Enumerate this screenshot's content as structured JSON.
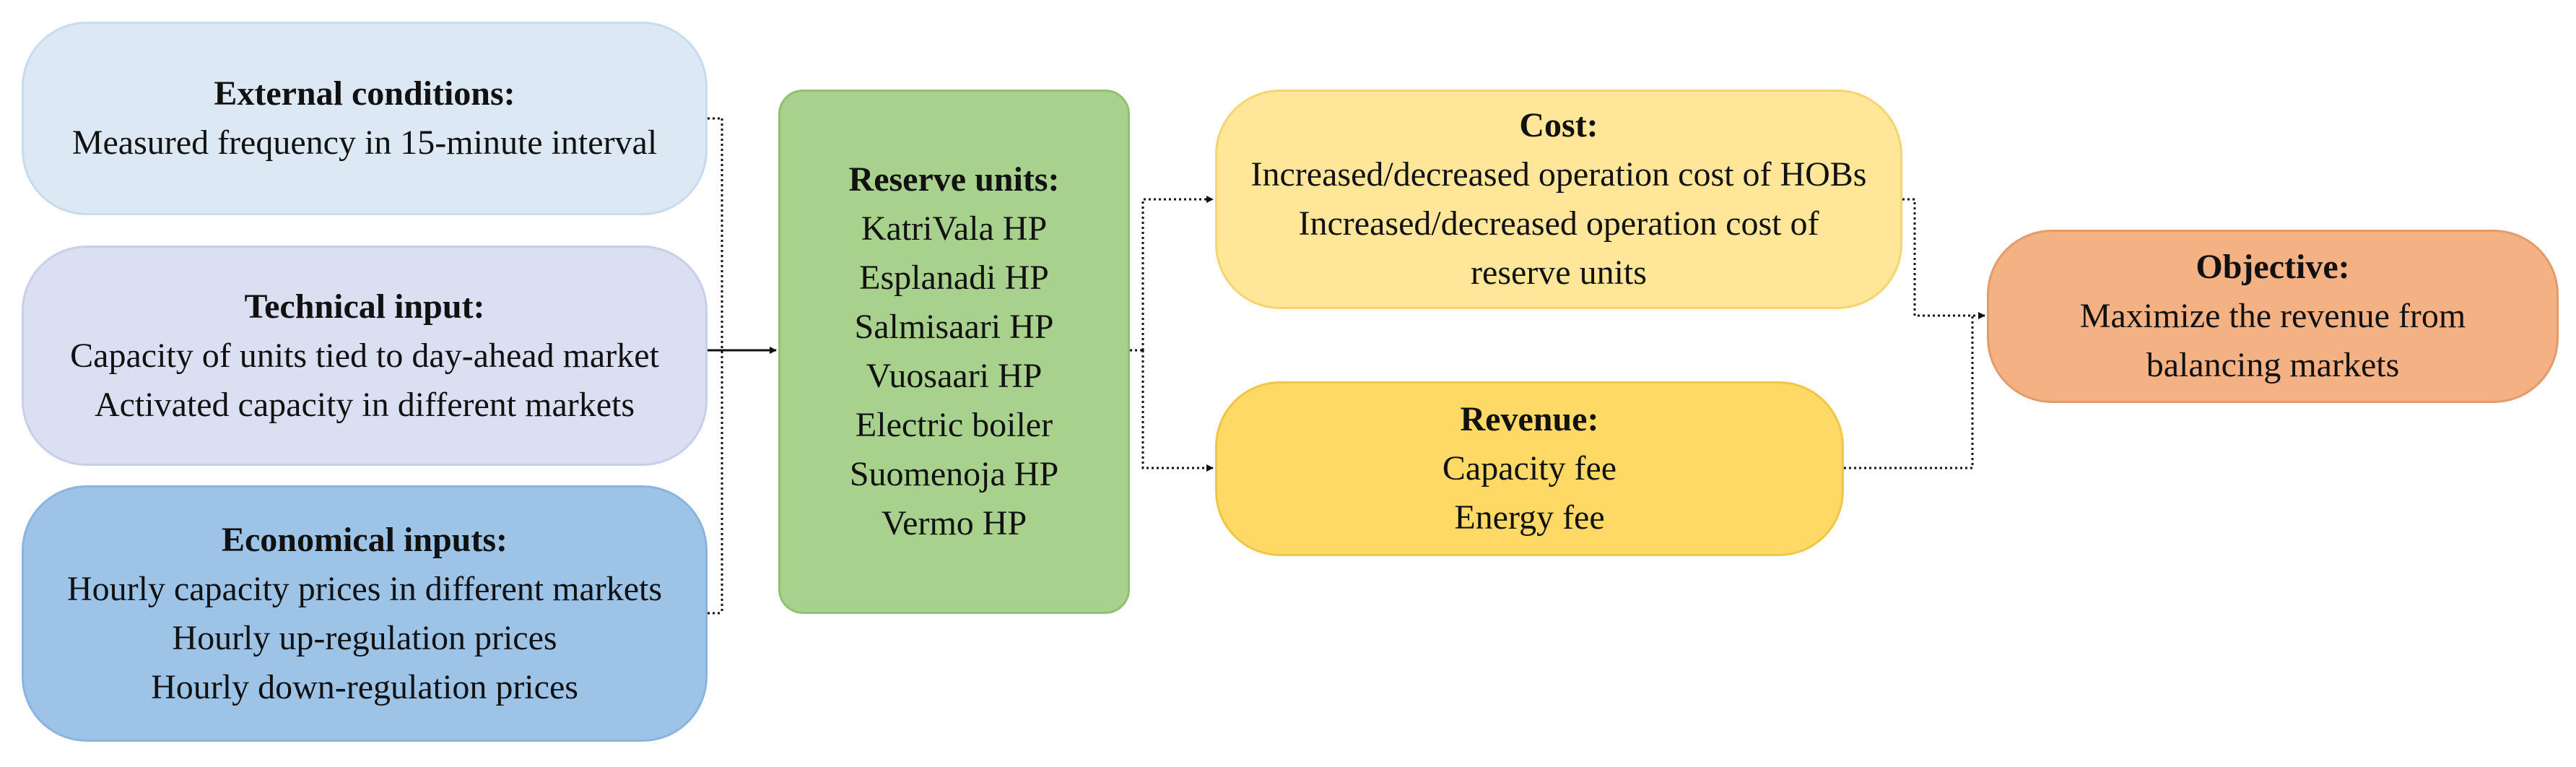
{
  "external": {
    "title": "External conditions:",
    "lines": [
      "Measured frequency in 15-minute interval"
    ]
  },
  "technical": {
    "title": "Technical input:",
    "lines": [
      "Capacity of units tied to day-ahead market",
      "Activated capacity in different markets"
    ]
  },
  "economical": {
    "title": "Economical inputs:",
    "lines": [
      "Hourly capacity prices in different markets",
      "Hourly up-regulation prices",
      "Hourly down-regulation prices"
    ]
  },
  "reserve": {
    "title": "Reserve units:",
    "lines": [
      "KatriVala HP",
      "Esplanadi HP",
      "Salmisaari HP",
      "Vuosaari HP",
      "Electric boiler",
      "Suomenoja HP",
      "Vermo HP"
    ]
  },
  "cost": {
    "title": "Cost:",
    "lines": [
      "Increased/decreased operation cost of HOBs",
      "Increased/decreased operation cost of",
      "reserve units"
    ]
  },
  "revenue": {
    "title": "Revenue:",
    "lines": [
      "Capacity fee",
      "Energy fee"
    ]
  },
  "objective": {
    "title": "Objective:",
    "lines": [
      "Maximize the revenue from",
      "balancing markets"
    ]
  }
}
